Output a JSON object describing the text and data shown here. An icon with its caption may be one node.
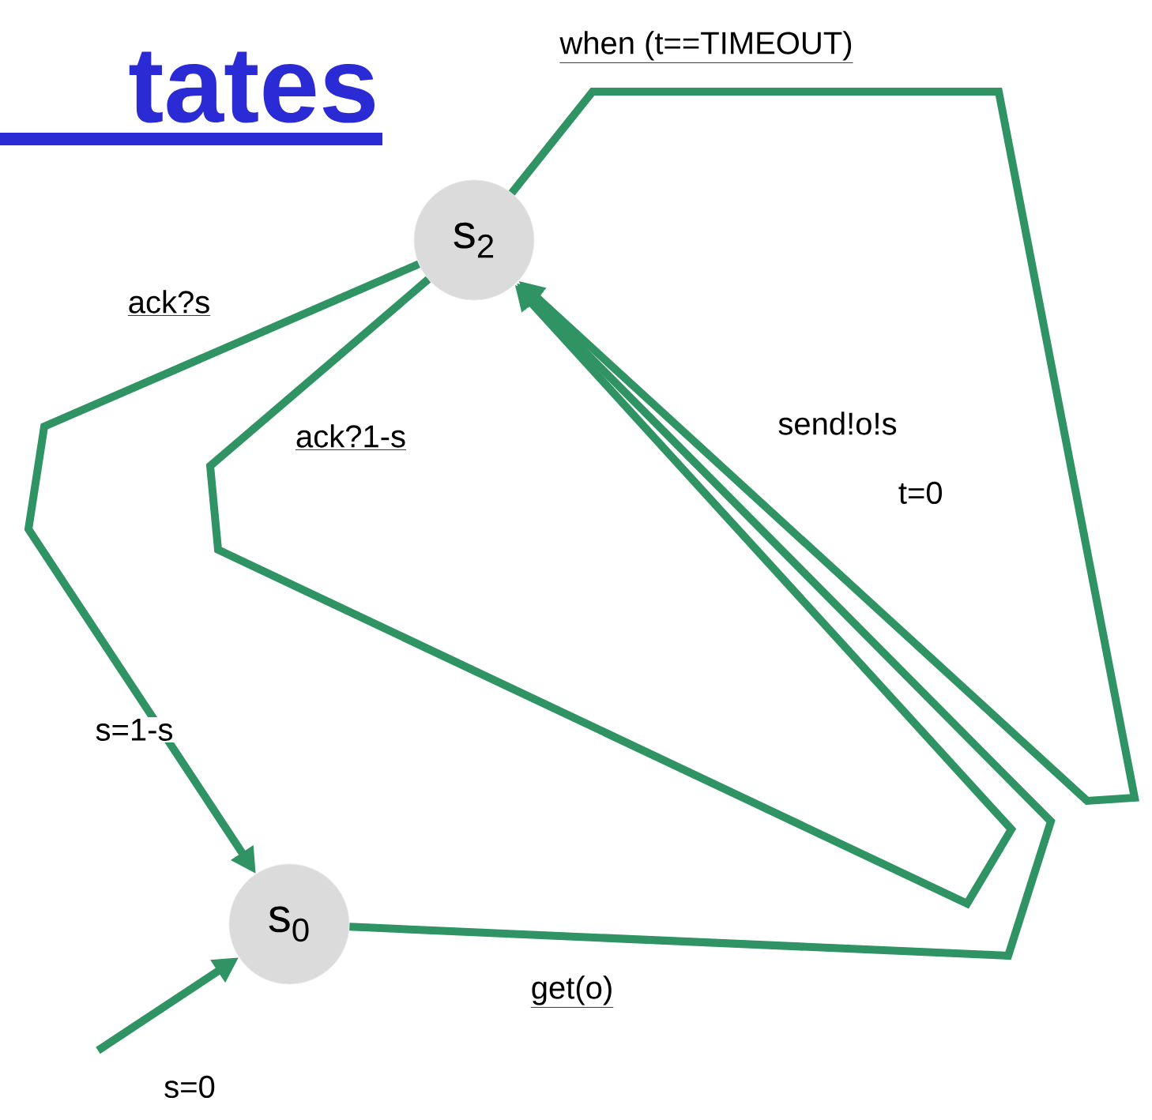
{
  "diagram": {
    "title": "tates",
    "nodes": [
      {
        "text": [
          "s$_{2}$"
        ]
      },
      {
        "text": [
          "s$_{0}$"
        ]
      }
    ],
    "edges": [
      {
        "from": 0,
        "to": 1,
        "arrow": "to",
        "label": "ack?s"
      },
      {
        "from": 1,
        "to": 0,
        "arrow": "to",
        "label": "get(o)"
      },
      {
        "from": 0,
        "to": 0,
        "arrow": "to",
        "label": "ack?1-s"
      },
      {
        "from": 0,
        "to": 0,
        "arrow": "to",
        "label": "when (t==TIMEOUT)"
      },
      {
        "from": null,
        "to": 1,
        "arrow": "to",
        "label": "s=0"
      }
    ],
    "labels": [
      "send!o!s",
      "t=0",
      "s=1-s"
    ]
  }
}
